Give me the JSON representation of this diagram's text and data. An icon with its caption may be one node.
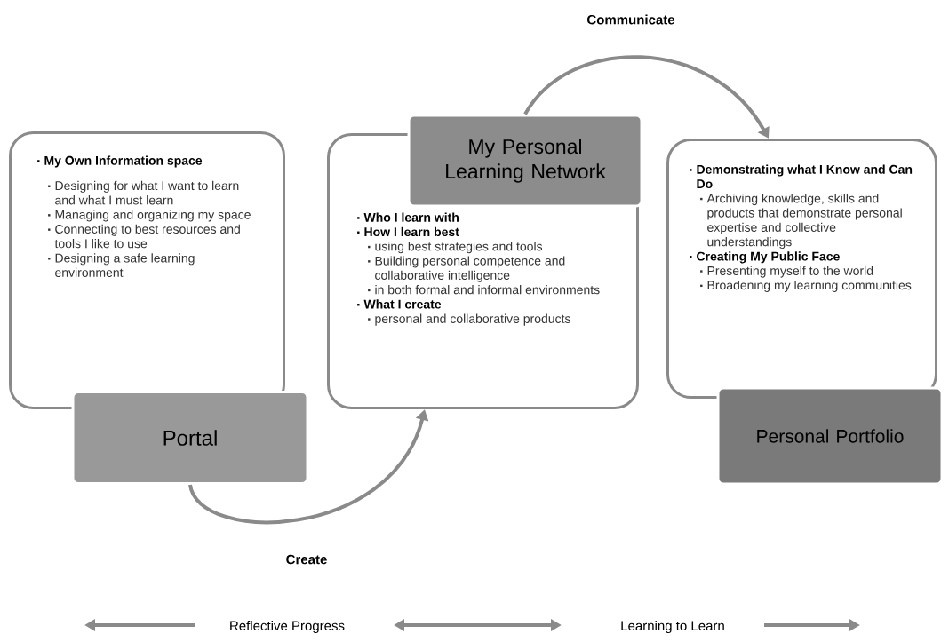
{
  "diagram": {
    "nodes": [
      {
        "text": [
          "My Own Information space",
          "Designing for what I want to learn and what I must learn",
          "Managing and organizing my space",
          "Connecting to best resources and tools I like to use",
          "Designing a safe learning environment"
        ]
      },
      {
        "text": [
          "Portal"
        ]
      },
      {
        "text": [
          "My Personal Learning Network"
        ]
      },
      {
        "text": [
          "Who I learn with",
          "How I learn best",
          "using best strategies and tools",
          "Building personal competence and collaborative intelligence",
          "in both formal and informal environments",
          "What I create",
          "personal and collaborative products"
        ]
      },
      {
        "text": [
          "Demonstrating what I Know and Can Do",
          "Archiving knowledge, skills and products that demonstrate personal expertise and collective understandings",
          "Creating My Public Face",
          "Presenting myself to the world",
          "Broadening my learning communities"
        ]
      },
      {
        "text": [
          "Personal Portfolio"
        ]
      }
    ],
    "edges": [
      {
        "from": 1,
        "to": 3,
        "arrow": "to",
        "label": "Create"
      },
      {
        "from": 2,
        "to": 4,
        "arrow": "to",
        "label": "Communicate"
      }
    ],
    "labels": [
      "Reflective Progress",
      "Learning to Learn"
    ]
  }
}
